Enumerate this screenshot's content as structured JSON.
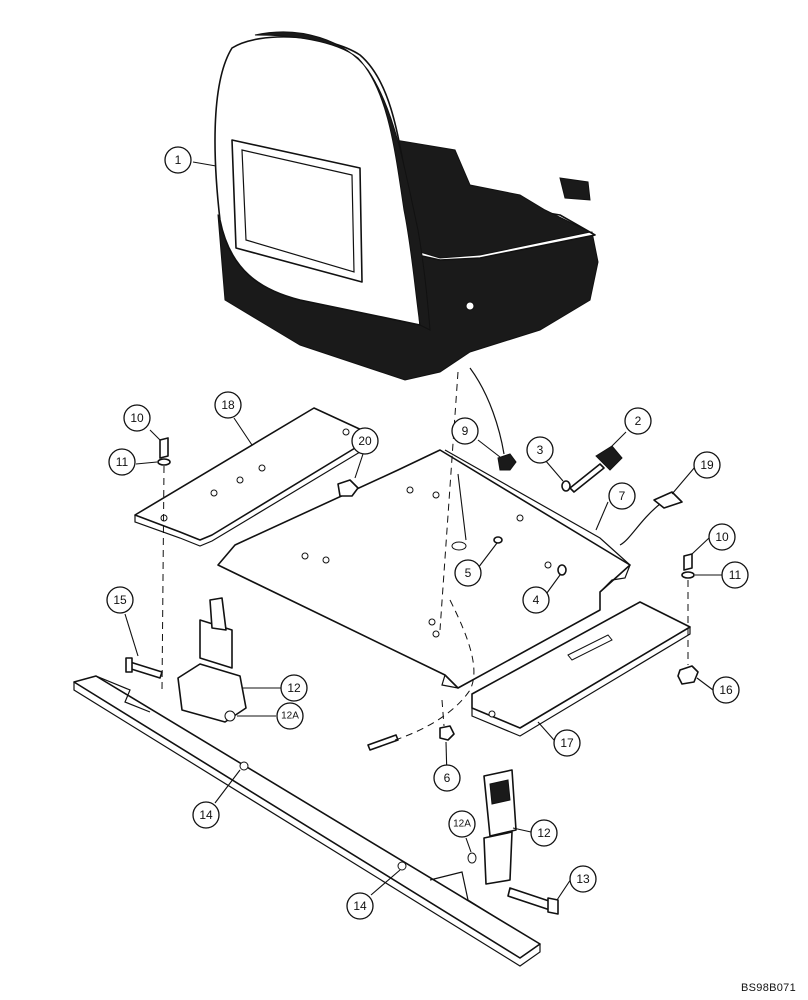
{
  "diagram": {
    "callouts": [
      {
        "id": "c1",
        "label": "1"
      },
      {
        "id": "c2",
        "label": "2"
      },
      {
        "id": "c3",
        "label": "3"
      },
      {
        "id": "c4",
        "label": "4"
      },
      {
        "id": "c5",
        "label": "5"
      },
      {
        "id": "c6",
        "label": "6"
      },
      {
        "id": "c7",
        "label": "7"
      },
      {
        "id": "c9",
        "label": "9"
      },
      {
        "id": "c10a",
        "label": "10"
      },
      {
        "id": "c10b",
        "label": "10"
      },
      {
        "id": "c11a",
        "label": "11"
      },
      {
        "id": "c11b",
        "label": "11"
      },
      {
        "id": "c12a",
        "label": "12"
      },
      {
        "id": "c12b",
        "label": "12"
      },
      {
        "id": "c12Aa",
        "label": "12A"
      },
      {
        "id": "c12Ab",
        "label": "12A"
      },
      {
        "id": "c13",
        "label": "13"
      },
      {
        "id": "c14a",
        "label": "14"
      },
      {
        "id": "c14b",
        "label": "14"
      },
      {
        "id": "c15",
        "label": "15"
      },
      {
        "id": "c16",
        "label": "16"
      },
      {
        "id": "c17",
        "label": "17"
      },
      {
        "id": "c18",
        "label": "18"
      },
      {
        "id": "c19",
        "label": "19"
      },
      {
        "id": "c20",
        "label": "20"
      }
    ],
    "document_code": "BS98B071"
  }
}
